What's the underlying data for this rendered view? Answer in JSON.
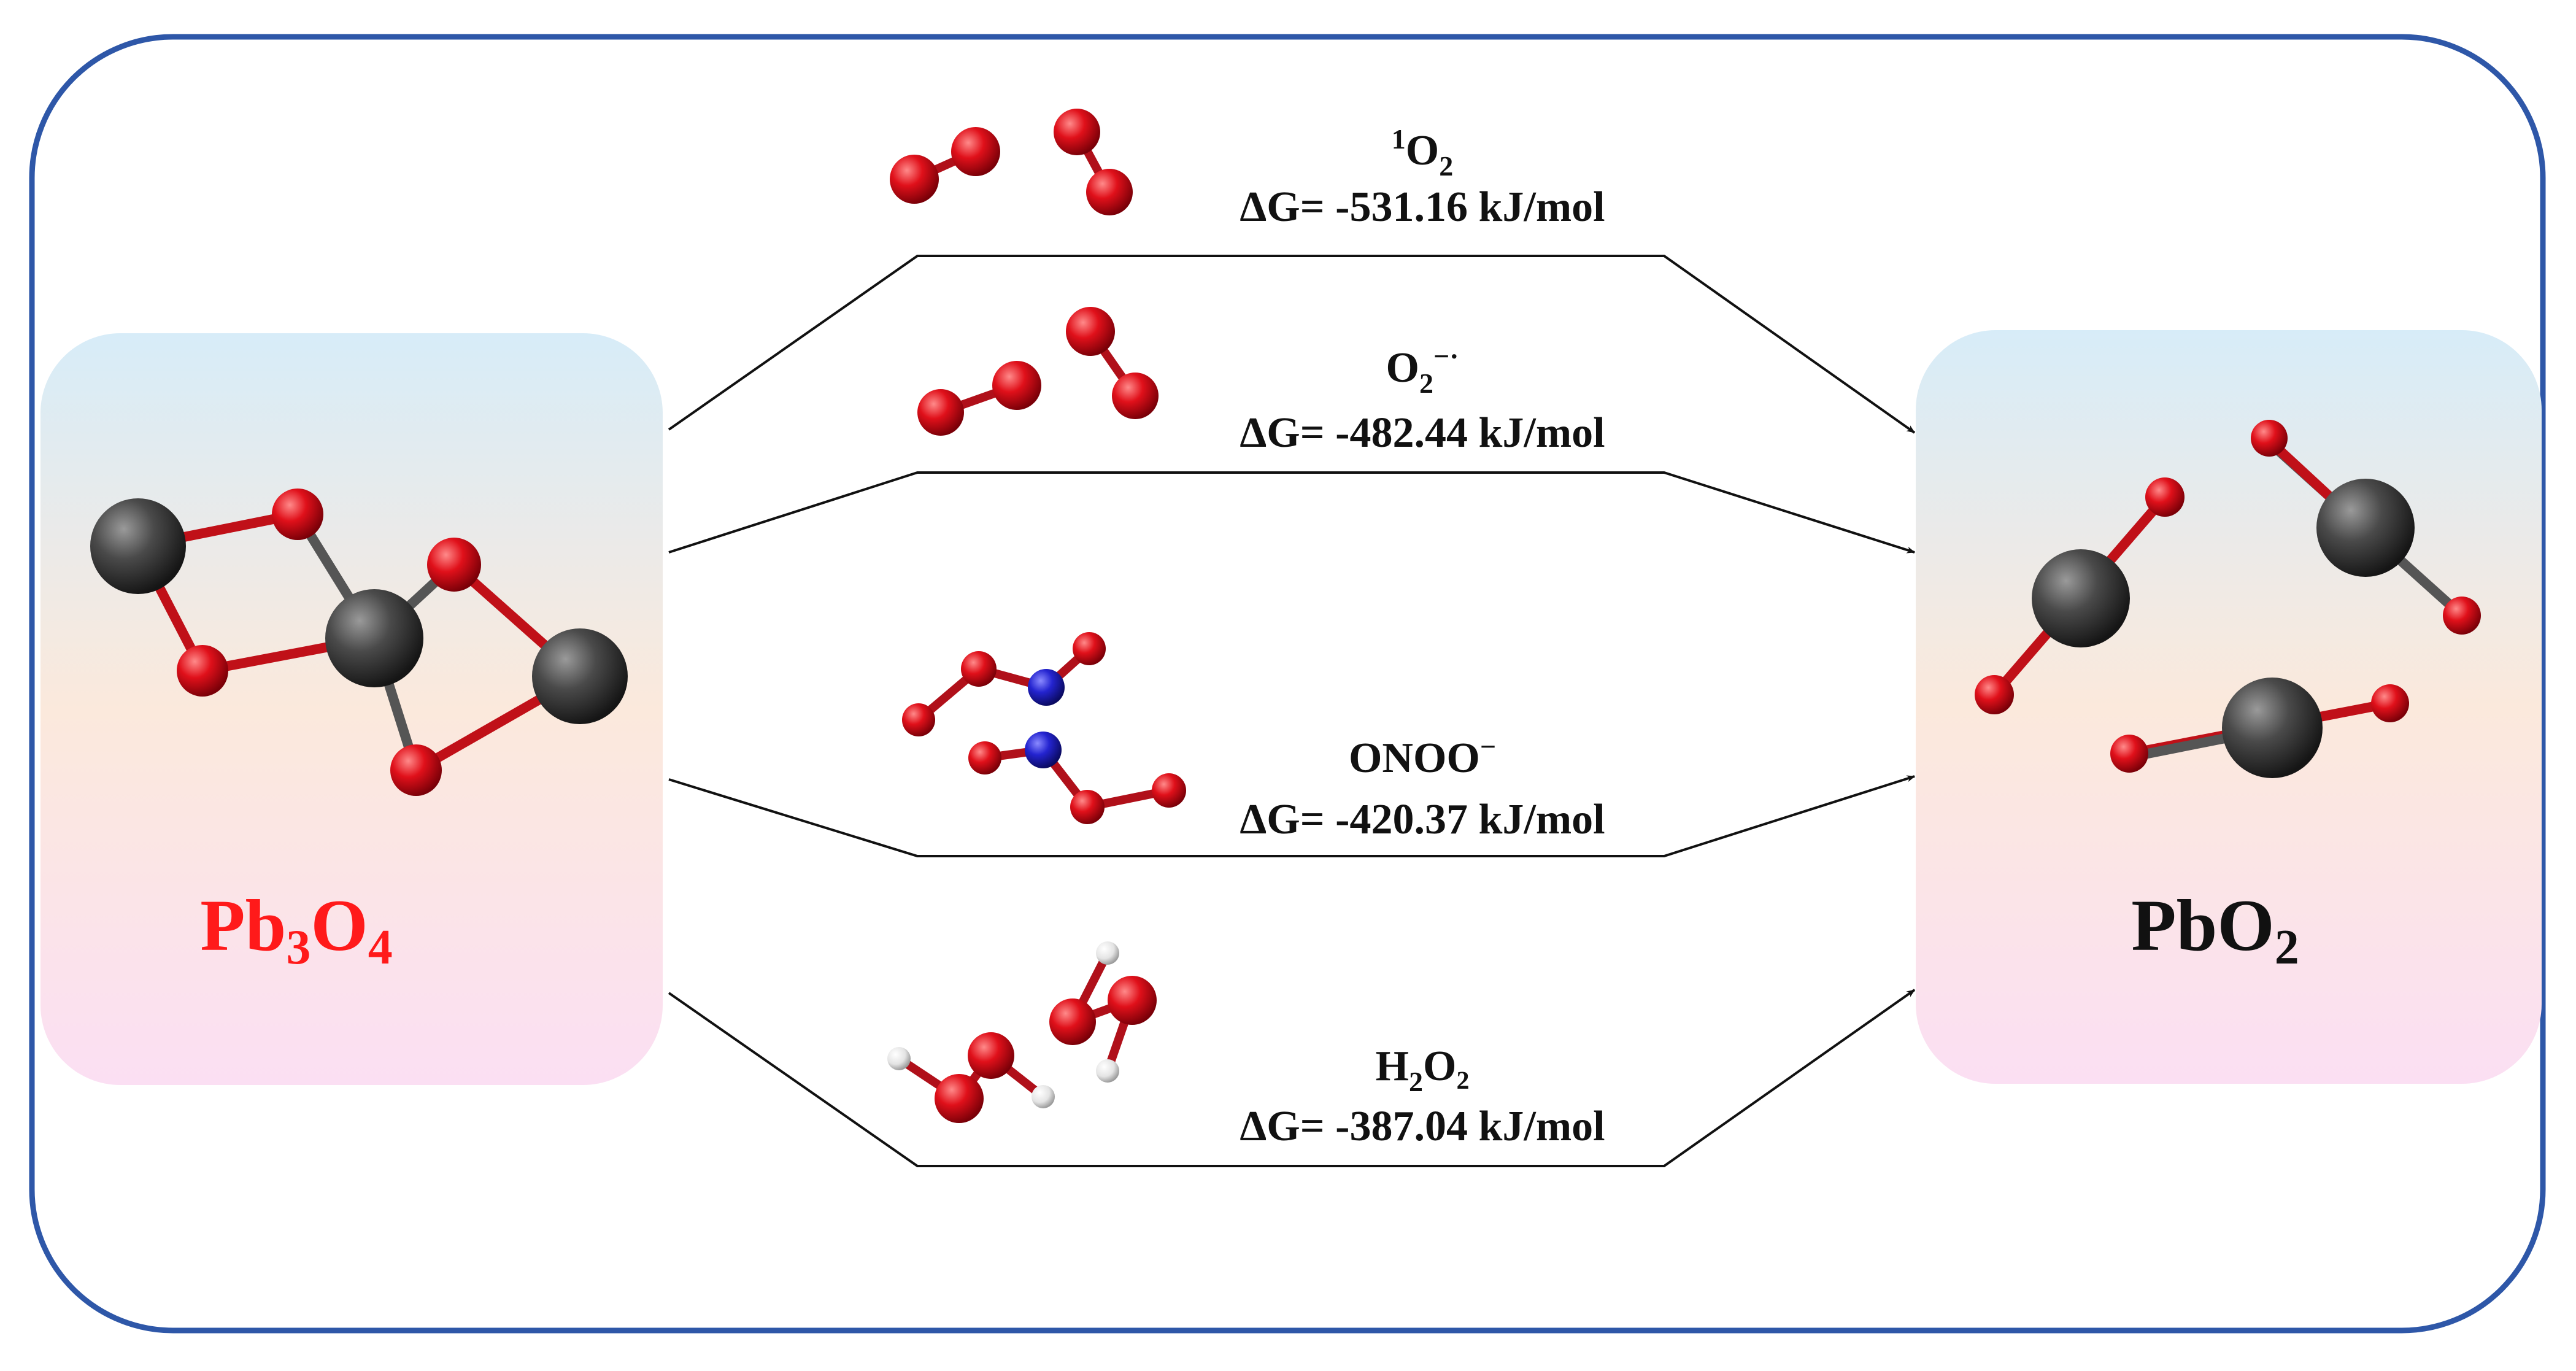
{
  "reactant": {
    "formula_base": "Pb",
    "sub1": "3",
    "mid": "O",
    "sub2": "4",
    "color": "#ff1a1a"
  },
  "product": {
    "formula_base": "PbO",
    "sub1": "2",
    "color": "#111111"
  },
  "pathways": [
    {
      "sup": "1",
      "base": "O",
      "sub": "2",
      "tail": "",
      "dg": "ΔG= -531.16 kJ/mol"
    },
    {
      "sup": "",
      "base": "O",
      "sub": "2",
      "tail": "−·",
      "dg": "ΔG= -482.44 kJ/mol"
    },
    {
      "sup": "",
      "base": "ONOO",
      "sub": "",
      "tail": "−",
      "dg": "ΔG= -420.37 kJ/mol"
    },
    {
      "sup": "",
      "base": "H",
      "sub": "2",
      "tail": "O₂",
      "dg": "ΔG= -387.04 kJ/mol"
    }
  ],
  "colors": {
    "frame": "#2e57a8",
    "oxygen": "#e0101a",
    "lead": "#4a4a4a",
    "nitrogen": "#2424d0",
    "hydrogen": "#e8e8e8",
    "panel_top": "#d7ecf8",
    "panel_mid": "#fbe7d8",
    "panel_bottom": "#fbdff2"
  },
  "icons": [
    "pb3o4-molecule",
    "pbo2-molecules",
    "singlet-oxygen-molecules",
    "superoxide-molecules",
    "peroxynitrite-molecules",
    "hydrogen-peroxide-molecules"
  ]
}
